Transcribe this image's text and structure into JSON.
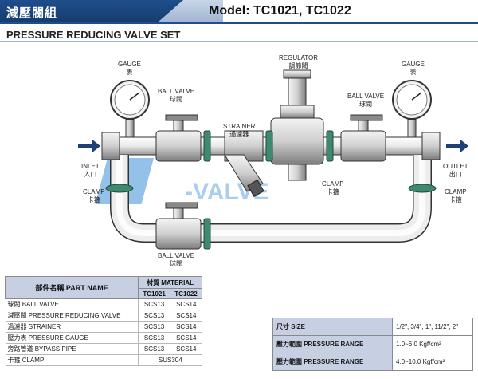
{
  "header": {
    "title_cn": "減壓閥組",
    "model": "Model: TC1021, TC1022",
    "subtitle": "PRESSURE REDUCING VALVE SET"
  },
  "diagram": {
    "gauge_left": [
      "GAUGE",
      "表"
    ],
    "gauge_right": [
      "GAUGE",
      "表"
    ],
    "regulator": [
      "REGULATOR",
      "調節閥"
    ],
    "ball_valve_left": [
      "BALL VALVE",
      "球閥"
    ],
    "ball_valve_right": [
      "BALL VALVE",
      "球閥"
    ],
    "ball_valve_bottom": [
      "BALL VALVE",
      "球閥"
    ],
    "strainer": [
      "STRAINER",
      "過濾器"
    ],
    "inlet": [
      "INLET",
      "入口"
    ],
    "outlet": [
      "OUTLET",
      "出口"
    ],
    "clamp_left": [
      "CLAMP",
      "卡箍"
    ],
    "clamp_mid": [
      "CLAMP",
      "卡箍"
    ],
    "clamp_right": [
      "CLAMP",
      "卡箍"
    ],
    "watermark": "-VALVE"
  },
  "parts_table": {
    "header_name": "部件名稱  PART NAME",
    "header_material": "材質  MATERIAL",
    "models": [
      "TC1021",
      "TC1022"
    ],
    "rows": [
      {
        "name": "球閥  BALL VALVE",
        "m1": "SCS13",
        "m2": "SCS14"
      },
      {
        "name": "減壓閥  PRESSURE REDUCING VALVE",
        "m1": "SCS13",
        "m2": "SCS14"
      },
      {
        "name": "過濾器  STRAINER",
        "m1": "SCS13",
        "m2": "SCS14"
      },
      {
        "name": "壓力表  PRESSURE GAUGE",
        "m1": "SCS13",
        "m2": "SCS14"
      },
      {
        "name": "旁路管道  BYPASS PIPE",
        "m1": "SCS13",
        "m2": "SCS14"
      },
      {
        "name": "卡箍  CLAMP",
        "m1": "SUS304",
        "m2": ""
      }
    ]
  },
  "spec_table": {
    "rows": [
      {
        "key": "尺寸  SIZE",
        "value": "1/2\", 3/4\", 1\", 11/2\", 2\""
      },
      {
        "key": "壓力範圍  PRESSURE RANGE",
        "value": "1.0~6.0 Kgf/cm²"
      },
      {
        "key": "壓力範圍  PRESSURE RANGE",
        "value": "4.0~10.0 Kgf/cm²"
      }
    ]
  },
  "colors": {
    "brand_blue": "#1f4e8c",
    "table_header": "#c7d0e3",
    "clamp_green": "#3f8a6e",
    "watermark_blue": "#3c8fd8"
  }
}
